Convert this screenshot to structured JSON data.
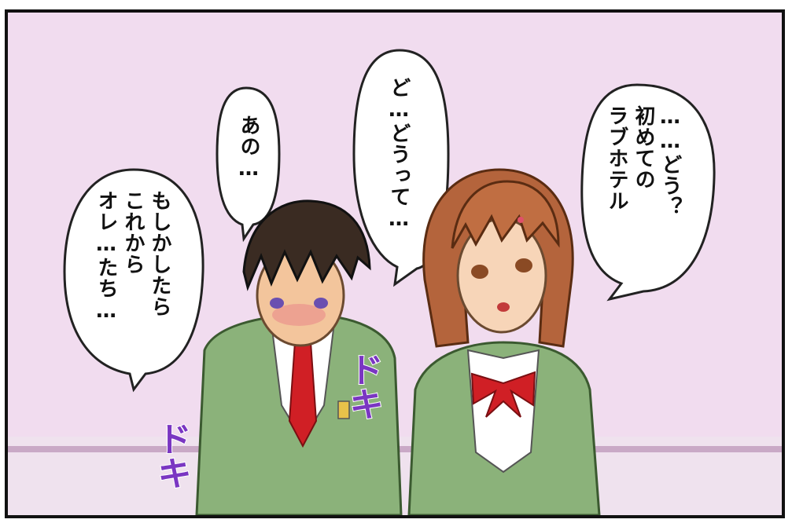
{
  "dialogue": {
    "bubble_1": "……どう？\n初めての\nラブホテル",
    "bubble_2": "ど…どうって…",
    "bubble_3": "あの…",
    "bubble_4": "もしかしたら\nこれから\nオレ…たち…"
  },
  "sound_effects": {
    "sfx_1": "ドキ",
    "sfx_2": "ドキ"
  },
  "colors": {
    "wall": "#f1dcef",
    "uniform_green": "#8bb27a",
    "tie_red": "#d01f25",
    "sfx_purple": "#7a36c2"
  }
}
